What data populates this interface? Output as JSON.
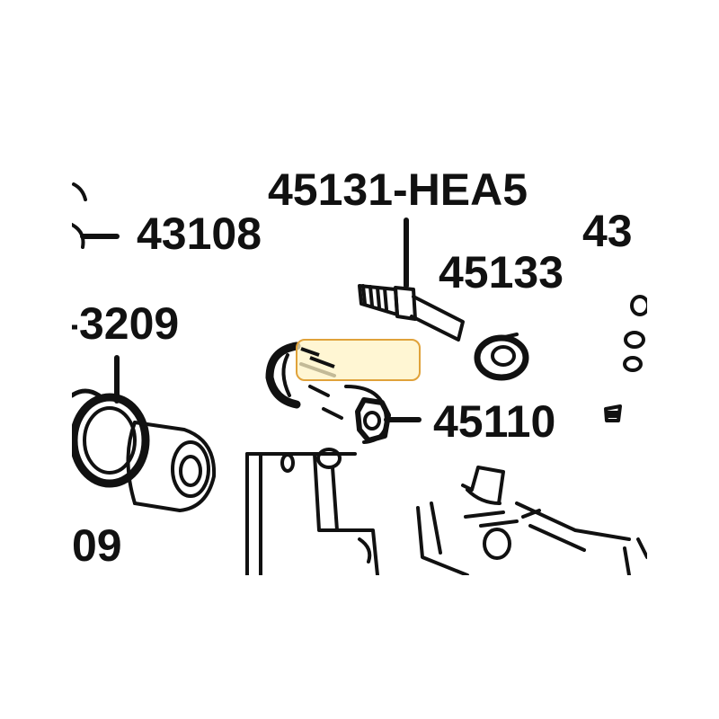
{
  "diagram": {
    "labels": {
      "part_45131": "45131-HEA5",
      "part_43108": "43108",
      "part_45133": "45133",
      "part_3209": "3209",
      "part_45110": "45110",
      "part_09": "09",
      "part_43_cut": "43"
    },
    "highlight_color": "#FFF3C4",
    "highlight_border": "#E0A23A"
  }
}
